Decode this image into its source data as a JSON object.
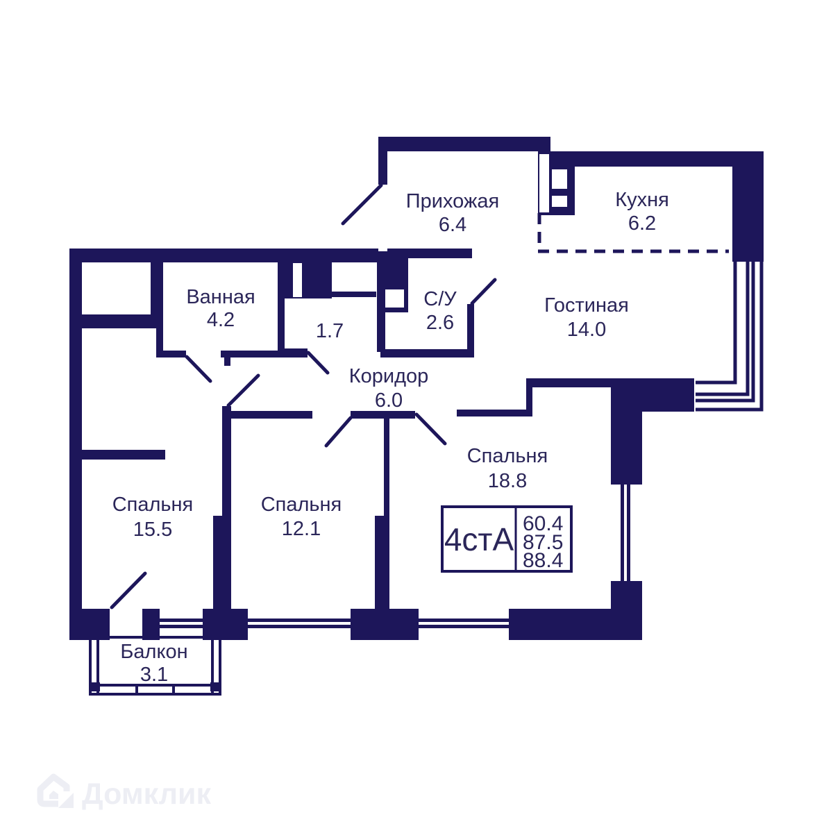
{
  "plan": {
    "unit_badge": {
      "type": "4стА",
      "areas": [
        "60.4",
        "87.5",
        "88.4"
      ]
    },
    "rooms": {
      "hallway": {
        "label": "Прихожая",
        "area": "6.4"
      },
      "kitchen": {
        "label": "Кухня",
        "area": "6.2"
      },
      "bathroom": {
        "label": "Ванная",
        "area": "4.2"
      },
      "closet": {
        "area": "1.7"
      },
      "wc": {
        "label": "С/У",
        "area": "2.6"
      },
      "living": {
        "label": "Гостиная",
        "area": "14.0"
      },
      "corridor": {
        "label": "Коридор",
        "area": "6.0"
      },
      "bedroom1": {
        "label": "Спальня",
        "area": "15.5"
      },
      "bedroom2": {
        "label": "Спальня",
        "area": "12.1"
      },
      "bedroom3": {
        "label": "Спальня",
        "area": "18.8"
      },
      "balcony": {
        "label": "Балкон",
        "area": "3.1"
      }
    },
    "colors": {
      "wall": "#1d165a",
      "label_text": "#2b2659",
      "watermark": "#edeef4"
    }
  },
  "watermark": {
    "text": "Домклик"
  }
}
